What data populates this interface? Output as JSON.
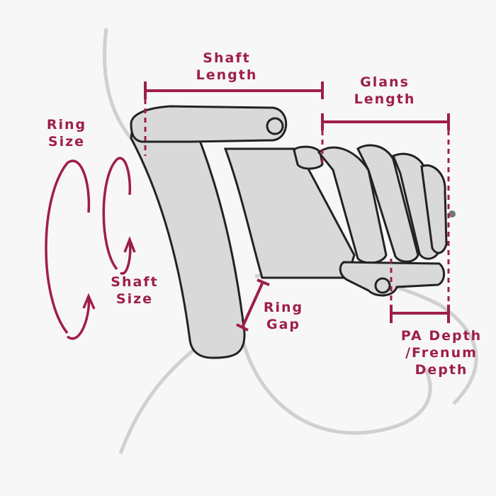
{
  "colors": {
    "accent": "#9e1f47",
    "outline": "#222222",
    "device_fill": "#d9d9d9",
    "body_outline": "#cfcfcf",
    "background": "#f7f7f7"
  },
  "labels": {
    "shaft_length": "Shaft Length",
    "glans_length": "Glans Length",
    "ring_size": "Ring Size",
    "shaft_size": "Shaft Size",
    "ring_gap": "Ring Gap",
    "pa_depth": "PA Depth /Frenum Depth"
  },
  "label_lines": {
    "shaft_length": [
      "Shaft",
      "Length"
    ],
    "glans_length": [
      "Glans",
      "Length"
    ],
    "ring_size": [
      "Ring",
      "Size"
    ],
    "shaft_size": [
      "Shaft",
      "Size"
    ],
    "ring_gap": [
      "Ring",
      "Gap"
    ],
    "pa_depth": [
      "PA Depth",
      "/Frenum",
      "Depth"
    ]
  }
}
